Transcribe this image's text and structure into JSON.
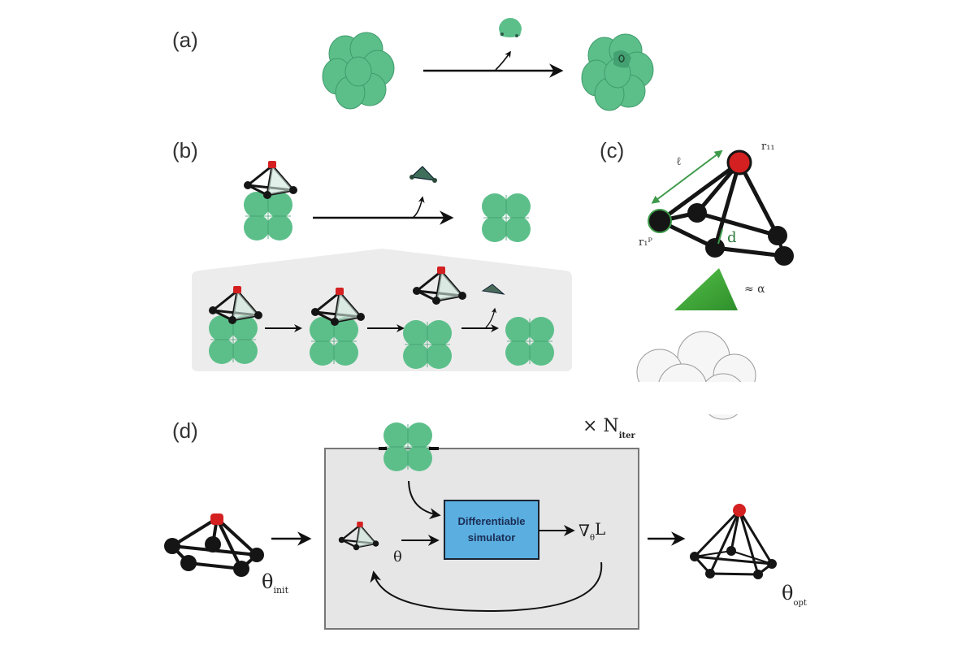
{
  "panels": {
    "a": {
      "label": "(a)"
    },
    "b": {
      "label": "(b)"
    },
    "c": {
      "label": "(c)",
      "top_atom_label": "r₁₁",
      "side_atom_label": "r₁ᴾ",
      "distance_label": "ℓ",
      "height_label": "d",
      "triangle_label": "≈ α"
    },
    "d": {
      "label": "(d)",
      "iterations_label": "× N",
      "iterations_sub": "iter",
      "simulator_line1": "Differentiable",
      "simulator_line2": "simulator",
      "param_label": "θ",
      "gradient_label": "∇",
      "gradient_sub": "θ",
      "gradient_loss": "L",
      "init_label": "θ",
      "init_sub": "init",
      "opt_label": "θ",
      "opt_sub": "opt"
    }
  },
  "colors": {
    "cluster_green": "#5cbf8a",
    "cluster_edge": "#3f9a6b",
    "tip_red": "#d42020",
    "atom_black": "#151515",
    "simulator_blue": "#5aaee0",
    "box_gray": "#e6e6e6",
    "triangle_green": "#3fa83a",
    "arrow_green": "#3d9a4a"
  }
}
